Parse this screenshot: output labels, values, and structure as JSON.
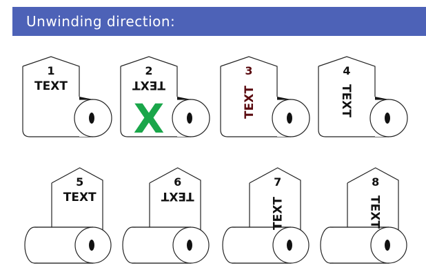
{
  "header": {
    "title": "Unwinding direction:",
    "background_color": "#4d62b7"
  },
  "accent_colors": {
    "cross_mark": "#1aa64a",
    "highlight_number": "#5a0a0f"
  },
  "options": [
    {
      "number": "1",
      "text": "TEXT",
      "text_orientation": "upright",
      "roll_position": "right-side",
      "marked_wrong": false
    },
    {
      "number": "2",
      "text": "TEXT",
      "text_orientation": "upside-down",
      "roll_position": "right-side",
      "marked_wrong": true,
      "mark": "X"
    },
    {
      "number": "3",
      "text": "TEXT",
      "text_orientation": "rotated-ccw",
      "roll_position": "right-side",
      "marked_wrong": false,
      "highlighted": true
    },
    {
      "number": "4",
      "text": "TEXT",
      "text_orientation": "rotated-cw",
      "roll_position": "right-side",
      "marked_wrong": false
    },
    {
      "number": "5",
      "text": "TEXT",
      "text_orientation": "upright",
      "roll_position": "bottom",
      "marked_wrong": false
    },
    {
      "number": "6",
      "text": "TEXT",
      "text_orientation": "upside-down",
      "roll_position": "bottom",
      "marked_wrong": false
    },
    {
      "number": "7",
      "text": "TEXT",
      "text_orientation": "rotated-ccw",
      "roll_position": "bottom",
      "marked_wrong": false
    },
    {
      "number": "8",
      "text": "TEXT",
      "text_orientation": "rotated-cw",
      "roll_position": "bottom",
      "marked_wrong": false
    }
  ]
}
